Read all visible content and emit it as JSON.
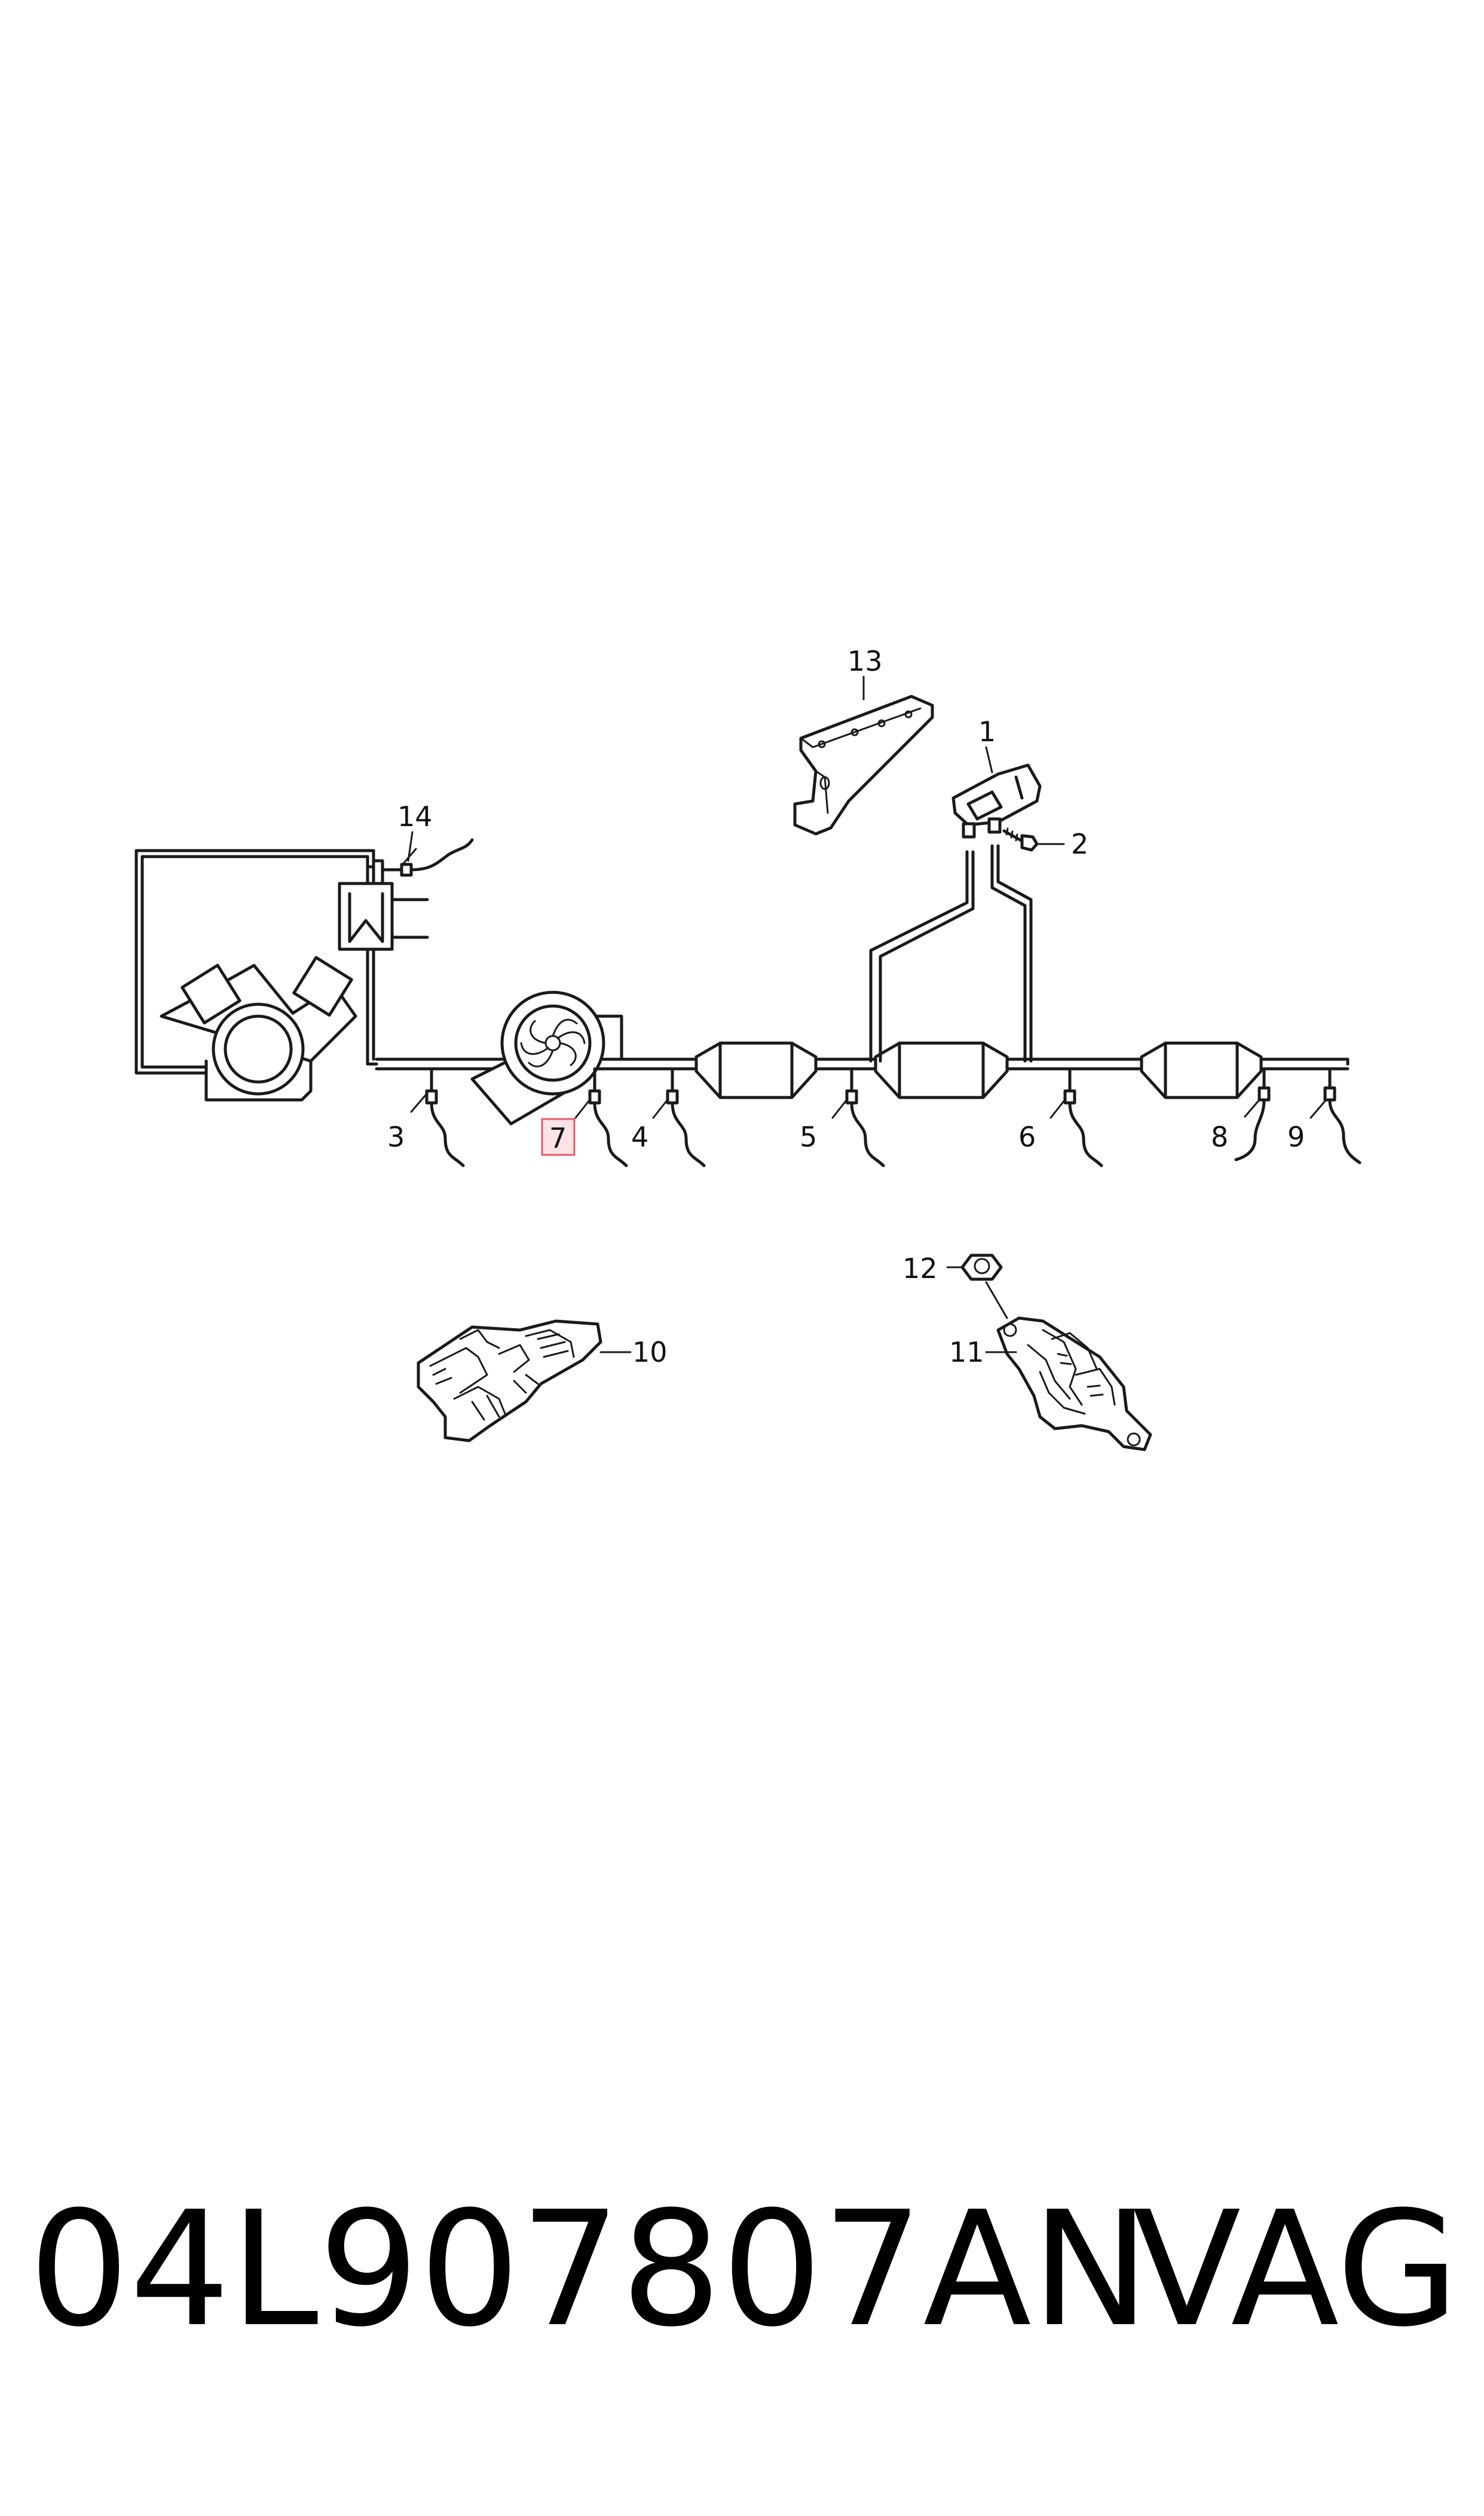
{
  "diagram": {
    "callouts": {
      "c1": "1",
      "c2": "2",
      "c3": "3",
      "c4": "4",
      "c5": "5",
      "c6": "6",
      "c7": "7",
      "c8": "8",
      "c9": "9",
      "c10": "10",
      "c11": "11",
      "c12": "12",
      "c13": "13",
      "c14": "14"
    },
    "highlighted_callout": "7",
    "highlight_color": "#e85a6a"
  },
  "footer": {
    "part_number": "04L907807AN",
    "brand": "VAG"
  }
}
